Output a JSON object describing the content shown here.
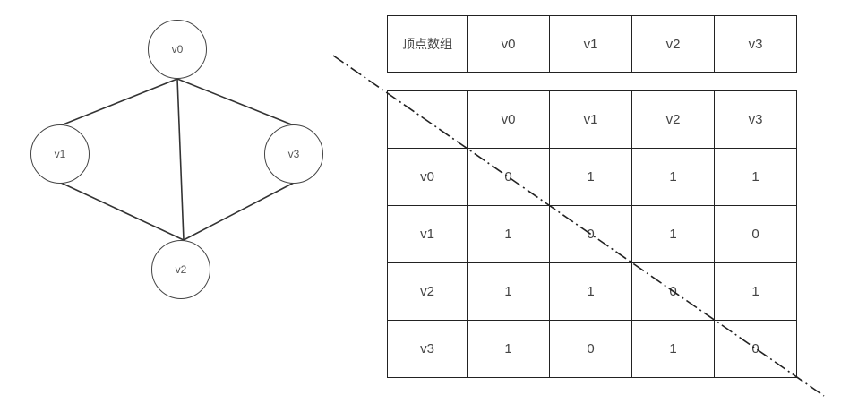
{
  "graph": {
    "vertices": [
      {
        "id": "v0",
        "label": "v0"
      },
      {
        "id": "v1",
        "label": "v1"
      },
      {
        "id": "v2",
        "label": "v2"
      },
      {
        "id": "v3",
        "label": "v3"
      }
    ],
    "edges": [
      [
        "v0",
        "v1"
      ],
      [
        "v0",
        "v2"
      ],
      [
        "v0",
        "v3"
      ],
      [
        "v1",
        "v2"
      ],
      [
        "v3",
        "v2"
      ]
    ]
  },
  "vertex_table": {
    "header": "顶点数组",
    "cells": [
      "v0",
      "v1",
      "v2",
      "v3"
    ]
  },
  "matrix": {
    "corner": "",
    "col_headers": [
      "v0",
      "v1",
      "v2",
      "v3"
    ],
    "rows": [
      {
        "label": "v0",
        "values": [
          "0",
          "1",
          "1",
          "1"
        ]
      },
      {
        "label": "v1",
        "values": [
          "1",
          "0",
          "1",
          "0"
        ]
      },
      {
        "label": "v2",
        "values": [
          "1",
          "1",
          "0",
          "1"
        ]
      },
      {
        "label": "v3",
        "values": [
          "1",
          "0",
          "1",
          "0"
        ]
      }
    ]
  }
}
